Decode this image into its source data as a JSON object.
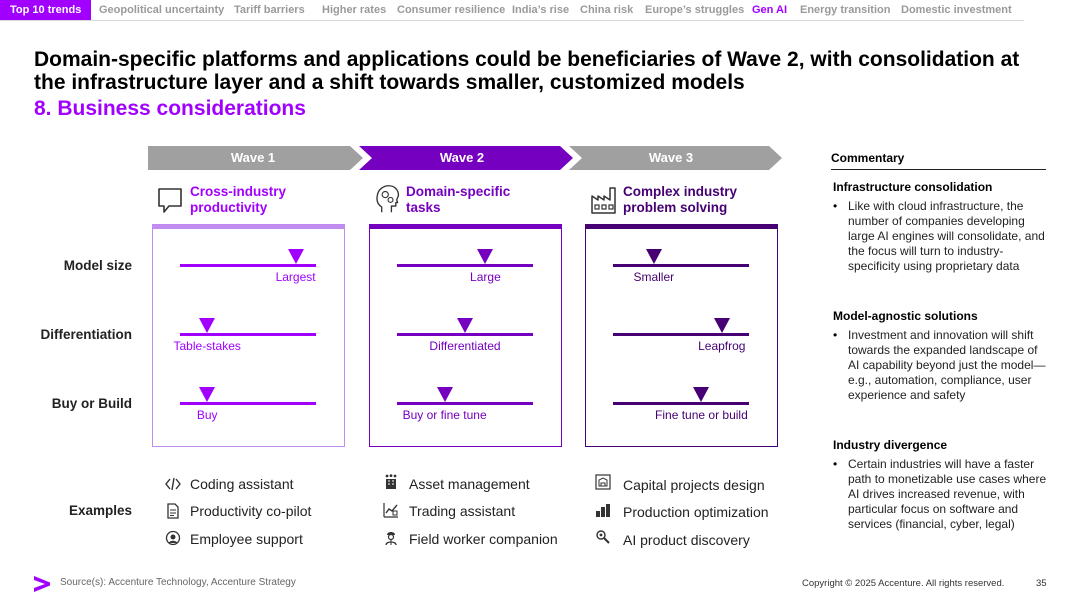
{
  "nav": {
    "tabs": [
      {
        "label": "Top 10 trends"
      },
      {
        "label": "Geopolitical uncertainty"
      },
      {
        "label": "Tariff barriers"
      },
      {
        "label": "Higher rates"
      },
      {
        "label": "Consumer resilience"
      },
      {
        "label": "India’s rise"
      },
      {
        "label": "China risk"
      },
      {
        "label": "Europe’s struggles"
      },
      {
        "label": "Gen AI"
      },
      {
        "label": "Energy transition"
      },
      {
        "label": "Domestic investment"
      }
    ],
    "active": "Gen AI"
  },
  "title": "Domain-specific platforms and applications could be beneficiaries of Wave 2, with consolidation at the infrastructure layer and a shift towards smaller, customized models",
  "subtitle": "8. Business considerations",
  "waves": [
    {
      "label": "Wave 1",
      "color": "#a0a0a0"
    },
    {
      "label": "Wave 2",
      "color": "#7500c0"
    },
    {
      "label": "Wave 3",
      "color": "#a0a0a0"
    }
  ],
  "columns": [
    {
      "title_line1": "Cross-industry",
      "title_line2": "productivity",
      "icon": "chat-bubble-icon",
      "color": "#a100ff",
      "model_size": "Largest",
      "differentiation": "Table-stakes",
      "buy_build": "Buy",
      "model_size_level": 0.85,
      "differentiation_level": 0.2,
      "buy_build_level": 0.2
    },
    {
      "title_line1": "Domain-specific",
      "title_line2": "tasks",
      "icon": "head-gears-icon",
      "color": "#7500c0",
      "model_size": "Large",
      "differentiation": "Differentiated",
      "buy_build": "Buy or fine tune",
      "model_size_level": 0.65,
      "differentiation_level": 0.5,
      "buy_build_level": 0.35
    },
    {
      "title_line1": "Complex industry",
      "title_line2": "problem solving",
      "icon": "factory-icon",
      "color": "#460073",
      "model_size": "Smaller",
      "differentiation": "Leapfrog",
      "buy_build": "Fine tune or build",
      "model_size_level": 0.3,
      "differentiation_level": 0.8,
      "buy_build_level": 0.65
    }
  ],
  "rows": {
    "model_size": "Model size",
    "differentiation": "Differentiation",
    "buy_build": "Buy or Build",
    "examples": "Examples"
  },
  "examples": [
    [
      {
        "label": "Coding assistant",
        "icon": "code-icon"
      },
      {
        "label": "Productivity co-pilot",
        "icon": "document-icon"
      },
      {
        "label": "Employee support",
        "icon": "support-icon"
      }
    ],
    [
      {
        "label": "Asset management",
        "icon": "building-icon"
      },
      {
        "label": "Trading assistant",
        "icon": "trading-chart-icon"
      },
      {
        "label": "Field worker companion",
        "icon": "worker-icon"
      }
    ],
    [
      {
        "label": "Capital projects design",
        "icon": "blueprint-icon"
      },
      {
        "label": "Production optimization",
        "icon": "production-icon"
      },
      {
        "label": "AI product discovery",
        "icon": "discovery-icon"
      }
    ]
  ],
  "commentary": {
    "heading": "Commentary",
    "sections": [
      {
        "title": "Infrastructure consolidation",
        "text": "Like with cloud infrastructure, the number of companies developing large AI engines will consolidate, and the focus will turn to industry-specificity using proprietary data"
      },
      {
        "title": "Model-agnostic solutions",
        "text": "Investment and innovation will shift towards the expanded landscape of AI capability beyond just the model—e.g., automation, compliance, user experience and safety"
      },
      {
        "title": "Industry divergence",
        "text": "Certain industries will have a faster path to monetizable use cases where AI drives increased revenue, with particular focus on software and services (financial, cyber, legal)"
      }
    ]
  },
  "footer": {
    "source": "Source(s): Accenture Technology, Accenture Strategy",
    "copyright": "Copyright © 2025 Accenture. All rights reserved.",
    "page": "35"
  },
  "colors": {
    "accent": "#a100ff",
    "wave_active": "#7500c0",
    "wave_inactive": "#a0a0a0"
  }
}
